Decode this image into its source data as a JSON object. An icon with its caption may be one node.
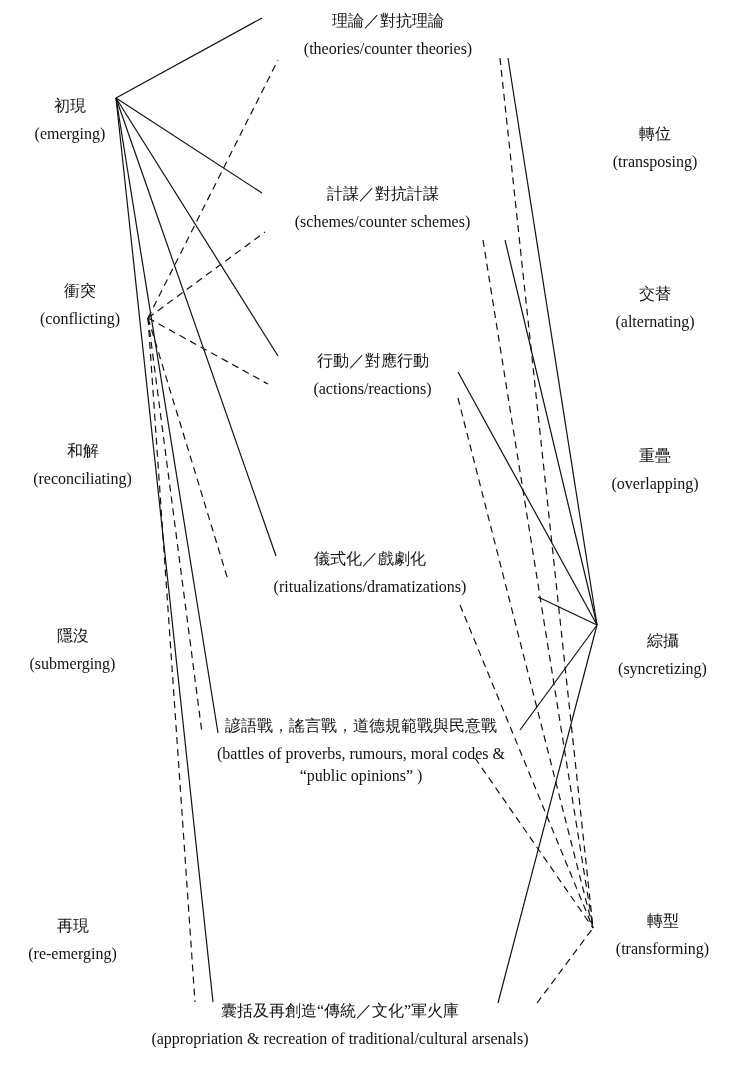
{
  "diagram": {
    "nodes": [
      {
        "text": [
          "初現",
          "(emerging)"
        ]
      },
      {
        "text": [
          "衝突",
          "(conflicting)"
        ]
      },
      {
        "text": [
          "和解",
          "(reconciliating)"
        ]
      },
      {
        "text": [
          "隱沒",
          "(submerging)"
        ]
      },
      {
        "text": [
          "再現",
          "(re-emerging)"
        ]
      },
      {
        "text": [
          "理論／對抗理論",
          "(theories/counter theories)"
        ]
      },
      {
        "text": [
          "計謀／對抗計謀",
          "(schemes/counter schemes)"
        ]
      },
      {
        "text": [
          "行動／對應行動",
          "(actions/reactions)"
        ]
      },
      {
        "text": [
          "儀式化／戲劇化",
          "(ritualizations/dramatizations)"
        ]
      },
      {
        "text": [
          "諺語戰，謠言戰，道德規範戰與民意戰",
          "(battles of proverbs, rumours, moral codes & “public opinions” )"
        ]
      },
      {
        "text": [
          "囊括及再創造“傳統／文化”軍火庫",
          "(appropriation & recreation of traditional/cultural arsenals)"
        ]
      },
      {
        "text": [
          "轉位",
          "(transposing)"
        ]
      },
      {
        "text": [
          "交替",
          "(alternating)"
        ]
      },
      {
        "text": [
          "重疊",
          "(overlapping)"
        ]
      },
      {
        "text": [
          "綜攝",
          "(syncretizing)"
        ]
      },
      {
        "text": [
          "轉型",
          "(transforming)"
        ]
      }
    ],
    "edges": [
      {
        "from": 0,
        "to": 5,
        "arrow": "none"
      },
      {
        "from": 0,
        "to": 6,
        "arrow": "none"
      },
      {
        "from": 0,
        "to": 7,
        "arrow": "none"
      },
      {
        "from": 0,
        "to": 8,
        "arrow": "none"
      },
      {
        "from": 0,
        "to": 9,
        "arrow": "none"
      },
      {
        "from": 0,
        "to": 10,
        "arrow": "none"
      },
      {
        "from": 1,
        "to": 5,
        "arrow": "none",
        "style": "dashed"
      },
      {
        "from": 1,
        "to": 6,
        "arrow": "none",
        "style": "dashed"
      },
      {
        "from": 1,
        "to": 7,
        "arrow": "none",
        "style": "dashed"
      },
      {
        "from": 1,
        "to": 8,
        "arrow": "none",
        "style": "dashed"
      },
      {
        "from": 1,
        "to": 9,
        "arrow": "none",
        "style": "dashed"
      },
      {
        "from": 1,
        "to": 10,
        "arrow": "none",
        "style": "dashed"
      },
      {
        "from": 5,
        "to": 14,
        "arrow": "none"
      },
      {
        "from": 6,
        "to": 14,
        "arrow": "none"
      },
      {
        "from": 7,
        "to": 14,
        "arrow": "none"
      },
      {
        "from": 8,
        "to": 14,
        "arrow": "none"
      },
      {
        "from": 9,
        "to": 14,
        "arrow": "none"
      },
      {
        "from": 10,
        "to": 14,
        "arrow": "none"
      },
      {
        "from": 5,
        "to": 15,
        "arrow": "none",
        "style": "dashed"
      },
      {
        "from": 6,
        "to": 15,
        "arrow": "none",
        "style": "dashed"
      },
      {
        "from": 7,
        "to": 15,
        "arrow": "none",
        "style": "dashed"
      },
      {
        "from": 8,
        "to": 15,
        "arrow": "none",
        "style": "dashed"
      },
      {
        "from": 9,
        "to": 15,
        "arrow": "none",
        "style": "dashed"
      },
      {
        "from": 10,
        "to": 15,
        "arrow": "none",
        "style": "dashed"
      }
    ]
  }
}
